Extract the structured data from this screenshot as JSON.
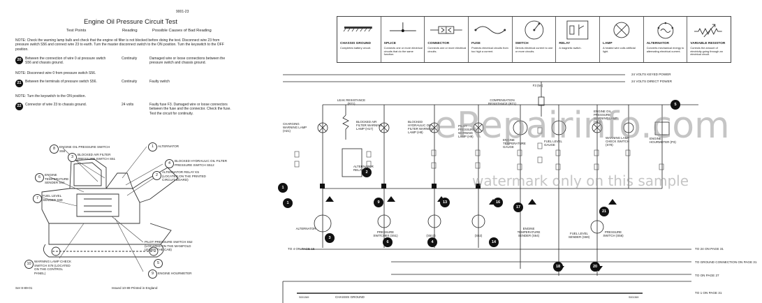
{
  "left_page": {
    "page_code": "9001-23",
    "title": "Engine Oil Pressure Circuit Test",
    "columns": {
      "test_points": "Test Points",
      "reading": "Reading",
      "causes": "Possible Causes of Bad Reading"
    },
    "note1": "NOTE: Check the warning lamp bulb and check that the engine oil filter is not blocked before doing the test. Disconnect wire 23 from pressure switch S56 and connect wire 23 to earth. Turn the master disconnect switch to the ON position. Turn the keyswitch to the OFF position.",
    "steps": [
      {
        "num": "20",
        "test": "Between the connection of wire 0 at pressure switch S56 and chassis ground.",
        "reading": "Continuity",
        "cause": "Damaged wire or loose connections between the pressure switch and chassis ground."
      },
      {
        "num": "21",
        "test": "Between the terminals of pressure switch S56.",
        "reading": "Continuity",
        "cause": "Faulty switch"
      },
      {
        "num": "22",
        "test": "Connector of wire 23 to chassis ground.",
        "reading": "24 volts",
        "cause": "Faulty fuse F3. Damaged wire or loose connectors between the fuse and the connector. Check the fuse. Test the circuit for continuity."
      }
    ],
    "note2": "NOTE: Disconnect wire 0 from pressure switch S56.",
    "note3": "NOTE: Turn the keyswitch to the ON position.",
    "callouts": [
      {
        "num": "8",
        "text": "ENGINE OIL PRESSURE SWITCH S56"
      },
      {
        "num": "3",
        "text": "BLOCKED AIR FILTER PRESSURE SWITCH S51"
      },
      {
        "num": "1",
        "text": "ALTERNATOR"
      },
      {
        "num": "4",
        "text": "BLOCKED HYDRAULIC OIL FILTER PRESSURE SWITCH S512"
      },
      {
        "num": "2",
        "text": "ALTERNATOR RELAY K5 (LOCATED ON THE PRINTED CIRCUIT BOARD)"
      },
      {
        "num": "6",
        "text": "ENGINE TEMPERATURE SENDER S64"
      },
      {
        "num": "7",
        "text": "FUEL LEVEL SENDER S69"
      },
      {
        "num": "5",
        "text": "PILOT PRESSURE SWITCH S52 (LOCATED ON THE MANIFOLD UNDER THE CAB)"
      },
      {
        "num": "10",
        "text": "WARNING LAMP CHECK SWITCH S78 (LOCATED ON THE CONTROL PANEL)"
      },
      {
        "num": "9",
        "text": "ENGINE HOURMETER"
      }
    ],
    "footer_left": "Ser 8-89-01",
    "footer_mid": "Issued 10-89     Printed in England"
  },
  "legend": [
    {
      "name": "CHASSIS GROUND",
      "desc": "Completes battery circuit.",
      "icon": "ground-icon"
    },
    {
      "name": "SPLICE",
      "desc": "Connects one or more electrical circuits that do the same function.",
      "icon": "splice-icon"
    },
    {
      "name": "CONNECTOR",
      "desc": "Connects one or more electrical circuits.",
      "icon": "connector-icon"
    },
    {
      "name": "FUSE",
      "desc": "Protects electrical circuits from too high a current.",
      "icon": "fuse-icon"
    },
    {
      "name": "SWITCH",
      "desc": "Directs electrical current to one or more circuits.",
      "icon": "switch-icon"
    },
    {
      "name": "RELAY",
      "desc": "A magnetic switch.",
      "icon": "relay-icon"
    },
    {
      "name": "LAMP",
      "desc": "A heated wire coils artificial light.",
      "icon": "lamp-icon"
    },
    {
      "name": "ALTERNATOR",
      "desc": "Converts mechanical energy to alternating electrical current.",
      "icon": "alternator-icon"
    },
    {
      "name": "VARIABLE RESISTOR",
      "desc": "Controls the amount of electricity going through an electrical circuit.",
      "icon": "variable-resistor-icon"
    }
  ],
  "schematic": {
    "power_keyed": "24 VOLTS KEYED POWER",
    "power_direct": "24 VOLTS DIRECT POWER",
    "fuse": "F3 (5A)",
    "leak_resistance": "LEAK RESISTANCE (R71)",
    "compensation": "COMPENSATION RESISTANCE (R71)",
    "lamps": [
      "CHARGING WARNING LAMP (H21)",
      "BLOCKED AIR FILTER WARNING LAMP (H17)",
      "BLOCKED HYDRAULIC OIL FILTER WARNING LAMP (H8)",
      "PILOT PRESSURE WARNING LAMP (H9)",
      "ENGINE TEMPERATURE GAUGE",
      "FUEL LEVEL GAUGE",
      "ENGINE OIL PRESSURE WARNING LAMP (H13)",
      "WARNING LAMP CHECK SWITCH (S78)",
      "ENGINE HOURMETER (P3)"
    ],
    "alternator_relay": "ALTERNATOR RELAY (K5)",
    "bottom_labels": [
      "ALTERNATOR",
      "PRESSURE SWITCHES (S51)",
      "(S512)",
      "(S52)",
      "ENGINE TEMPERATURE SENDER (S64)",
      "FUEL LEVEL SENDER (S69)",
      "PRESSURE SWITCH (S56)"
    ],
    "to_left": "TO 4 ON PAGE 15",
    "to_right_1": "TO 24 ON PAGE 31",
    "to_right_2": "TO GROUND CONNECTION ON PAGE 31",
    "to_right_3": "TO ON PAGE 27",
    "to_right_4": "TO 1 ON PAGE 31",
    "chassis_ground": "CHASSIS GROUND",
    "footer_codes": [
      "S001369",
      "S001369"
    ]
  },
  "watermark": {
    "brand": "eRepairinfo.com",
    "line": "watermark only on this sample"
  }
}
